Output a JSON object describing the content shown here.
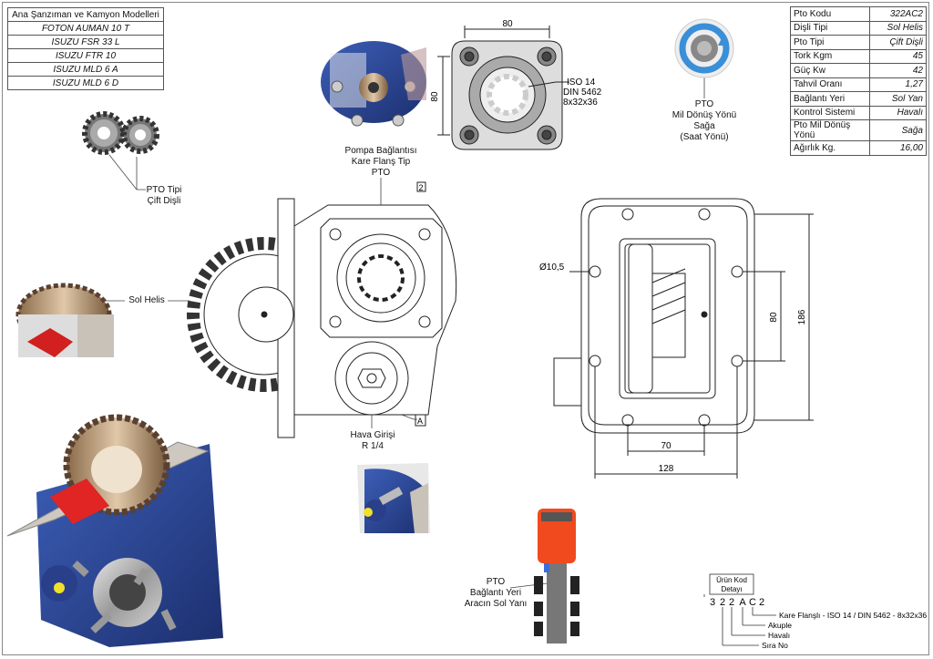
{
  "models_table": {
    "header": "Ana Şanzıman ve Kamyon Modelleri",
    "rows": [
      "FOTON AUMAN 10 T",
      "ISUZU FSR 33 L",
      "ISUZU FTR 10",
      "ISUZU MLD 6 A",
      "ISUZU MLD 6 D"
    ]
  },
  "spec_table": [
    {
      "label": "Pto Kodu",
      "value": "322AC2"
    },
    {
      "label": "Dişli Tipi",
      "value": "Sol Helis"
    },
    {
      "label": "Pto Tipi",
      "value": "Çift Dişli"
    },
    {
      "label": "Tork Kgm",
      "value": "45"
    },
    {
      "label": "Güç Kw",
      "value": "42"
    },
    {
      "label": "Tahvil Oranı",
      "value": "1,27"
    },
    {
      "label": "Bağlantı Yeri",
      "value": "Sol Yan"
    },
    {
      "label": "Kontrol Sistemi",
      "value": "Havalı"
    },
    {
      "label": "Pto Mil Dönüş Yönü",
      "value": "Sağa"
    },
    {
      "label": "Ağırlık Kg.",
      "value": "16,00"
    }
  ],
  "labels": {
    "pto_type": [
      "PTO Tipi",
      "Çift Dişli"
    ],
    "sol_helis": "Sol Helis",
    "pump_connection": [
      "Pompa Bağlantısı",
      "Kare Flanş Tip",
      "PTO"
    ],
    "air_inlet": [
      "Hava Girişi",
      "R 1/4"
    ],
    "rotation": [
      "PTO",
      "Mil Dönüş Yönü",
      "Sağa",
      "(Saat Yönü)"
    ],
    "mount_location": [
      "PTO",
      "Bağlantı Yeri",
      "Aracın Sol Yanı"
    ]
  },
  "flange_drawing": {
    "dim_top": "80",
    "dim_left": "80",
    "spline_note": [
      "ISO 14",
      "DIN 5462",
      "8x32x36"
    ]
  },
  "side_view": {
    "ref_2": "2",
    "ref_a": "A"
  },
  "housing_drawing": {
    "hole_dia": "Ø10,5",
    "dim_80": "80",
    "dim_186": "186",
    "dim_70": "70",
    "dim_128": "128"
  },
  "product_code": {
    "title": [
      "Ürün Kod",
      "Detayı"
    ],
    "chars": [
      "3",
      "2",
      "2",
      "A",
      "C",
      "2"
    ],
    "legend": [
      "Kare Flanşlı - ISO 14 / DIN 5462 - 8x32x36",
      "Akuple",
      "Havalı",
      "Sıra No"
    ]
  }
}
